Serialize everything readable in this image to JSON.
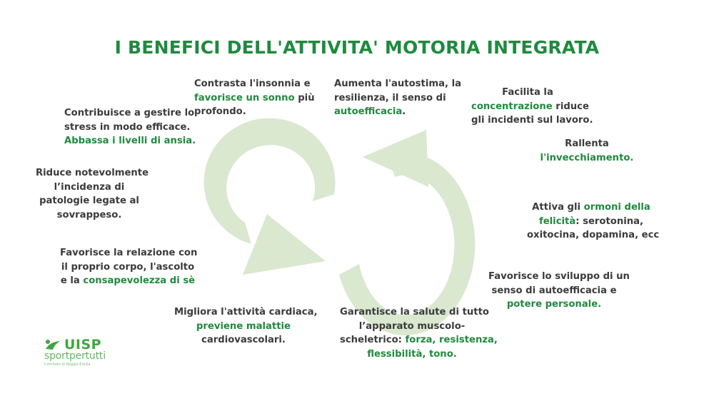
{
  "title": "I BENEFICI DELL'ATTIVITA' MOTORIA INTEGRATA",
  "blocks": {
    "sonno": [
      "Contrasta l'insonnia e",
      "favorisce un sonno",
      " più",
      "profondo."
    ],
    "autostima": [
      "Aumenta l'autostima, la",
      "resilienza, il senso di",
      "autoefficacia",
      "."
    ],
    "concentrazione": [
      "Facilita la",
      "concentrazione",
      " riduce",
      "gli incidenti sul lavoro."
    ],
    "stress": [
      "Contribuisce a gestire lo",
      "stress in modo efficace.",
      "Abbassa i livelli di ansia."
    ],
    "invecchiamento": [
      "Rallenta",
      "l'invecchiamento."
    ],
    "sovrappeso": [
      "Riduce notevolmente",
      "l’incidenza di",
      "patologie legate al",
      "sovrappeso."
    ],
    "ormoni": [
      "Attiva gli ",
      "ormoni della",
      "felicità",
      ": serotonina,",
      "oxitocina, dopamina, ecc"
    ],
    "corpo": [
      "Favorisce la relazione con",
      "il proprio corpo, l'ascolto",
      "e la ",
      "consapevolezza di sè"
    ],
    "sviluppo": [
      "Favorisce lo sviluppo di un",
      "senso di autoefficacia e",
      "potere personale."
    ],
    "cardiaca": [
      "Migliora l'attività cardiaca,",
      "previene malattie",
      "cardiovascolari."
    ],
    "muscolo": [
      "Garantisce la salute di tutto",
      "l’apparato muscolo-",
      "scheletrico: ",
      "forza, resistenza,",
      "flessibilità, tono."
    ]
  },
  "logo": {
    "name": "UISP",
    "tagline": "sportpertutti",
    "sub": "Comitato di Reggio Emilia"
  },
  "colors": {
    "title": "#1f8a3e",
    "highlight": "#1f8a3e",
    "text": "#3b3b3b",
    "arrow": "#d9e8cf"
  }
}
